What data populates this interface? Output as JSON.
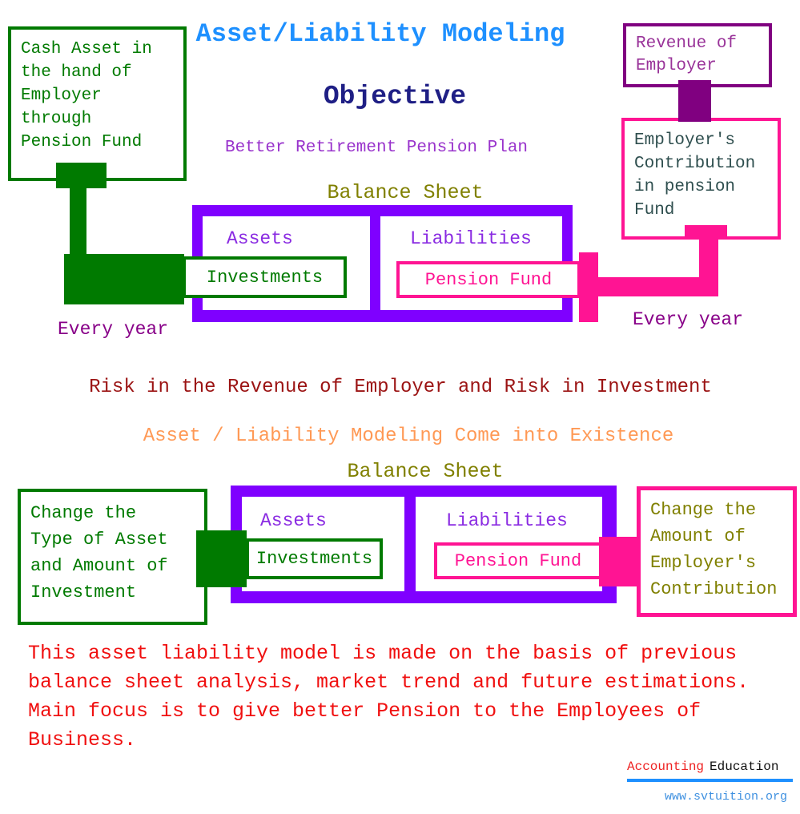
{
  "header": {
    "title": "Asset/Liability Modeling",
    "objective": "Objective",
    "subtitle": "Better Retirement Pension Plan"
  },
  "boxes": {
    "cash_asset": {
      "lines": [
        "Cash Asset in",
        "the hand of",
        "Employer",
        "through",
        "Pension Fund"
      ]
    },
    "revenue": {
      "lines": [
        "Revenue of",
        "Employer"
      ]
    },
    "contribution": {
      "lines": [
        "Employer's",
        "Contribution",
        "in pension",
        "Fund"
      ]
    },
    "change_asset": {
      "lines": [
        "Change the",
        "Type of Asset",
        "and Amount of",
        "Investment"
      ]
    },
    "change_contribution": {
      "lines": [
        "Change the",
        "Amount of",
        "Employer's",
        "Contribution"
      ]
    }
  },
  "sheet1": {
    "label": "Balance Sheet",
    "assets": "Assets",
    "investments": "Investments",
    "liabilities": "Liabilities",
    "pension_fund": "Pension Fund",
    "every_year_left": "Every year",
    "every_year_right": "Every year"
  },
  "middle": {
    "risk_heading": "Risk in the Revenue of Employer and Risk in Investment",
    "existence_heading": "Asset / Liability Modeling Come into Existence"
  },
  "sheet2": {
    "label": "Balance Sheet",
    "assets": "Assets",
    "investments": "Investments",
    "liabilities": "Liabilities",
    "pension_fund": "Pension Fund"
  },
  "paragraph": {
    "lines": [
      "This asset liability model is made on the basis of previous",
      "balance sheet analysis, market trend and future estimations.",
      "Main focus is to give better Pension to the Employees of",
      "Business."
    ]
  },
  "footer": {
    "brand_accounting": "Accounting",
    "brand_education": "Education",
    "website": "www.svtuition.org"
  },
  "colors": {
    "title_blue": "#1E90FF",
    "objective_navy": "#1F1F85",
    "subtitle_violet": "#9933CC",
    "olive": "#808000",
    "green": "#007A00",
    "balance_sheet_violet": "#7F00FF",
    "column_label_violet": "#8A2BE2",
    "deep_pink": "#FF1493",
    "dark_purple": "#800080",
    "revenue_text": "#993399",
    "contribution_text": "#2F4F4F",
    "risk_dark_red": "#9B1313",
    "existence_orange": "#FF9955",
    "paragraph_red": "#F01010",
    "every_year_purple": "#880088",
    "footer_blue": "#1E90FF"
  }
}
